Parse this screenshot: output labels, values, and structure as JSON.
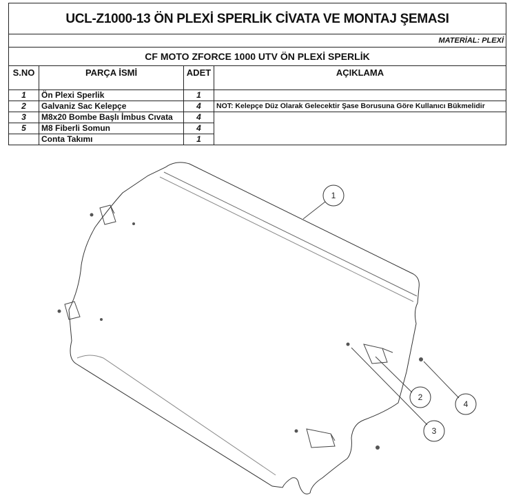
{
  "title": "UCL-Z1000-13 ÖN PLEXİ SPERLİK CİVATA VE MONTAJ ŞEMASI",
  "material": "MATERİAL: PLEXİ",
  "subtitle": "CF MOTO ZFORCE 1000 UTV ÖN PLEXİ SPERLİK",
  "headers": {
    "sno": "S.NO",
    "part": "PARÇA İSMİ",
    "qty": "ADET",
    "desc": "AÇIKLAMA"
  },
  "rows": [
    {
      "sno": "1",
      "part": "Ön Plexi Sperlik",
      "qty": "1"
    },
    {
      "sno": "2",
      "part": "Galvaniz Sac Kelepçe",
      "qty": "4"
    },
    {
      "sno": "3",
      "part": "M8x20 Bombe Başlı İmbus Cıvata",
      "qty": "4"
    },
    {
      "sno": "5",
      "part": "M8 Fiberli Somun",
      "qty": "4"
    },
    {
      "sno": "",
      "part": "Conta Takımı",
      "qty": "1"
    }
  ],
  "note": "NOT: Kelepçe Düz Olarak Gelecektir Şase Borusuna Göre Kullanıcı Bükmelidir",
  "callouts": [
    "1",
    "2",
    "3",
    "4"
  ]
}
